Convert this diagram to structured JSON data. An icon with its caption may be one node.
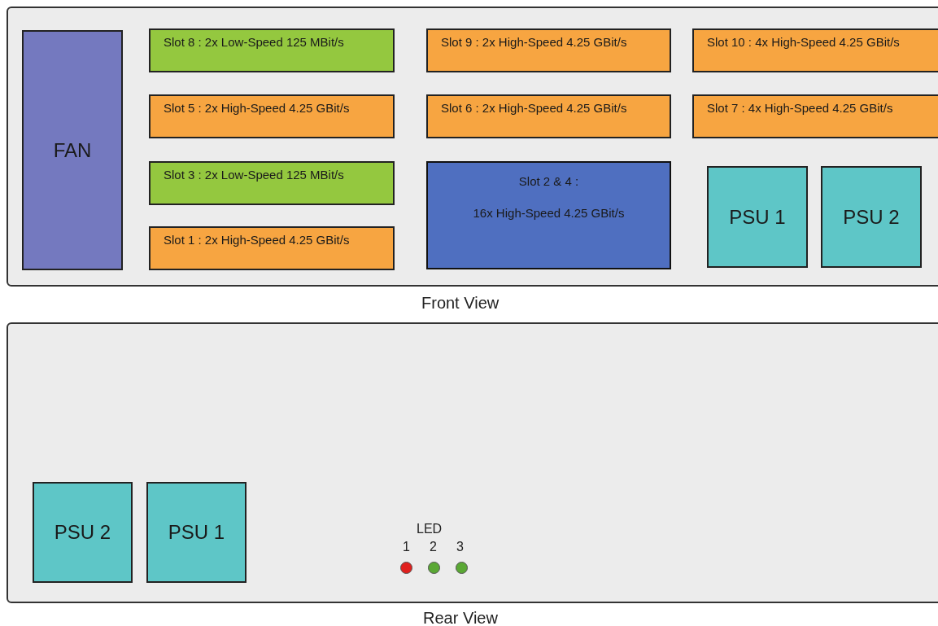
{
  "diagram": {
    "nodes": [
      {
        "text": [],
        "shape": "box"
      },
      {
        "text": [
          "FAN"
        ],
        "in": 0
      },
      {
        "text": [
          "Slot 8 : 2x Low-Speed 125 MBit/s"
        ],
        "in": 0
      },
      {
        "text": [
          "Slot 9 : 2x High-Speed 4.25 GBit/s"
        ],
        "in": 0
      },
      {
        "text": [
          "Slot 10 : 4x High-Speed 4.25 GBit/s"
        ],
        "in": 0
      },
      {
        "text": [
          "Slot 5 : 2x High-Speed 4.25 GBit/s"
        ],
        "in": 0
      },
      {
        "text": [
          "Slot 6 : 2x High-Speed 4.25 GBit/s"
        ],
        "in": 0
      },
      {
        "text": [
          "Slot 7 : 4x High-Speed 4.25 GBit/s"
        ],
        "in": 0
      },
      {
        "text": [
          "Slot 3 : 2x Low-Speed 125 MBit/s"
        ],
        "in": 0
      },
      {
        "text": [
          "Slot 2 & 4 :",
          "16x High-Speed 4.25 GBit/s"
        ],
        "in": 0
      },
      {
        "text": [
          "PSU 1"
        ],
        "in": 0
      },
      {
        "text": [
          "PSU 2"
        ],
        "in": 0
      },
      {
        "text": [
          "Slot 1 : 2x High-Speed 4.25 GBit/s"
        ],
        "in": 0
      },
      {
        "text": [],
        "shape": "box"
      },
      {
        "text": [
          "PSU 2"
        ],
        "in": 13
      },
      {
        "text": [
          "PSU 1"
        ],
        "in": 13
      }
    ],
    "edges": [],
    "labels": [
      "Front View",
      "Rear View",
      "LED",
      "1",
      "2",
      "3"
    ]
  }
}
